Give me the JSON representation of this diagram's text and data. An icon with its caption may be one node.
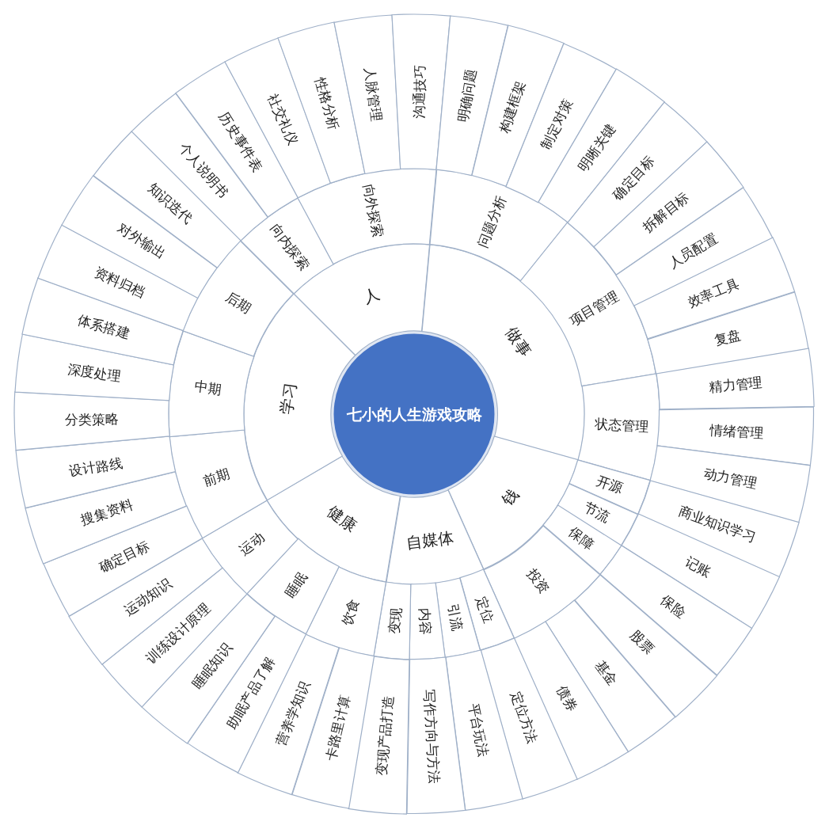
{
  "diagram": {
    "nodes": [
      {
        "text": [
          "七小的人生游戏攻略"
        ]
      },
      {
        "text": [
          "人"
        ]
      },
      {
        "text": [
          "向内探索"
        ]
      },
      {
        "text": [
          "个人说明书"
        ]
      },
      {
        "text": [
          "历史事件表"
        ]
      },
      {
        "text": [
          "向外探索"
        ]
      },
      {
        "text": [
          "社交礼仪"
        ]
      },
      {
        "text": [
          "性格分析"
        ]
      },
      {
        "text": [
          "人脉管理"
        ]
      },
      {
        "text": [
          "沟通技巧"
        ]
      },
      {
        "text": [
          "做事"
        ]
      },
      {
        "text": [
          "问题分析"
        ]
      },
      {
        "text": [
          "明确问题"
        ]
      },
      {
        "text": [
          "构建框架"
        ]
      },
      {
        "text": [
          "制定对策"
        ]
      },
      {
        "text": [
          "明晰关键"
        ]
      },
      {
        "text": [
          "项目管理"
        ]
      },
      {
        "text": [
          "确定目标"
        ]
      },
      {
        "text": [
          "拆解目标"
        ]
      },
      {
        "text": [
          "人员配置"
        ]
      },
      {
        "text": [
          "效率工具"
        ]
      },
      {
        "text": [
          "复盘"
        ]
      },
      {
        "text": [
          "状态管理"
        ]
      },
      {
        "text": [
          "精力管理"
        ]
      },
      {
        "text": [
          "情绪管理"
        ]
      },
      {
        "text": [
          "动力管理"
        ]
      },
      {
        "text": [
          "钱"
        ]
      },
      {
        "text": [
          "开源"
        ]
      },
      {
        "text": [
          "商业知识学习"
        ]
      },
      {
        "text": [
          "节流"
        ]
      },
      {
        "text": [
          "记账"
        ]
      },
      {
        "text": [
          "保障"
        ]
      },
      {
        "text": [
          "保险"
        ]
      },
      {
        "text": [
          "投资"
        ]
      },
      {
        "text": [
          "股票"
        ]
      },
      {
        "text": [
          "基金"
        ]
      },
      {
        "text": [
          "债券"
        ]
      },
      {
        "text": [
          "自媒体"
        ]
      },
      {
        "text": [
          "定位"
        ]
      },
      {
        "text": [
          "定位方法"
        ]
      },
      {
        "text": [
          "引流"
        ]
      },
      {
        "text": [
          "平台玩法"
        ]
      },
      {
        "text": [
          "内容"
        ]
      },
      {
        "text": [
          "写作方向与方法"
        ]
      },
      {
        "text": [
          "变现"
        ]
      },
      {
        "text": [
          "变现产品打造"
        ]
      },
      {
        "text": [
          "健康"
        ]
      },
      {
        "text": [
          "饮食"
        ]
      },
      {
        "text": [
          "卡路里计算"
        ]
      },
      {
        "text": [
          "营养学知识"
        ]
      },
      {
        "text": [
          "睡眠"
        ]
      },
      {
        "text": [
          "助眠产品了解"
        ]
      },
      {
        "text": [
          "睡眠知识"
        ]
      },
      {
        "text": [
          "运动"
        ]
      },
      {
        "text": [
          "训练设计原理"
        ]
      },
      {
        "text": [
          "运动知识"
        ]
      },
      {
        "text": [
          "学习"
        ]
      },
      {
        "text": [
          "前期"
        ]
      },
      {
        "text": [
          "确定目标"
        ]
      },
      {
        "text": [
          "搜集资料"
        ]
      },
      {
        "text": [
          "设计路线"
        ]
      },
      {
        "text": [
          "中期"
        ]
      },
      {
        "text": [
          "分类策略"
        ]
      },
      {
        "text": [
          "深度处理"
        ]
      },
      {
        "text": [
          "体系搭建"
        ]
      },
      {
        "text": [
          "后期"
        ]
      },
      {
        "text": [
          "资料归档"
        ]
      },
      {
        "text": [
          "对外输出"
        ]
      },
      {
        "text": [
          "知识迭代"
        ]
      }
    ]
  }
}
